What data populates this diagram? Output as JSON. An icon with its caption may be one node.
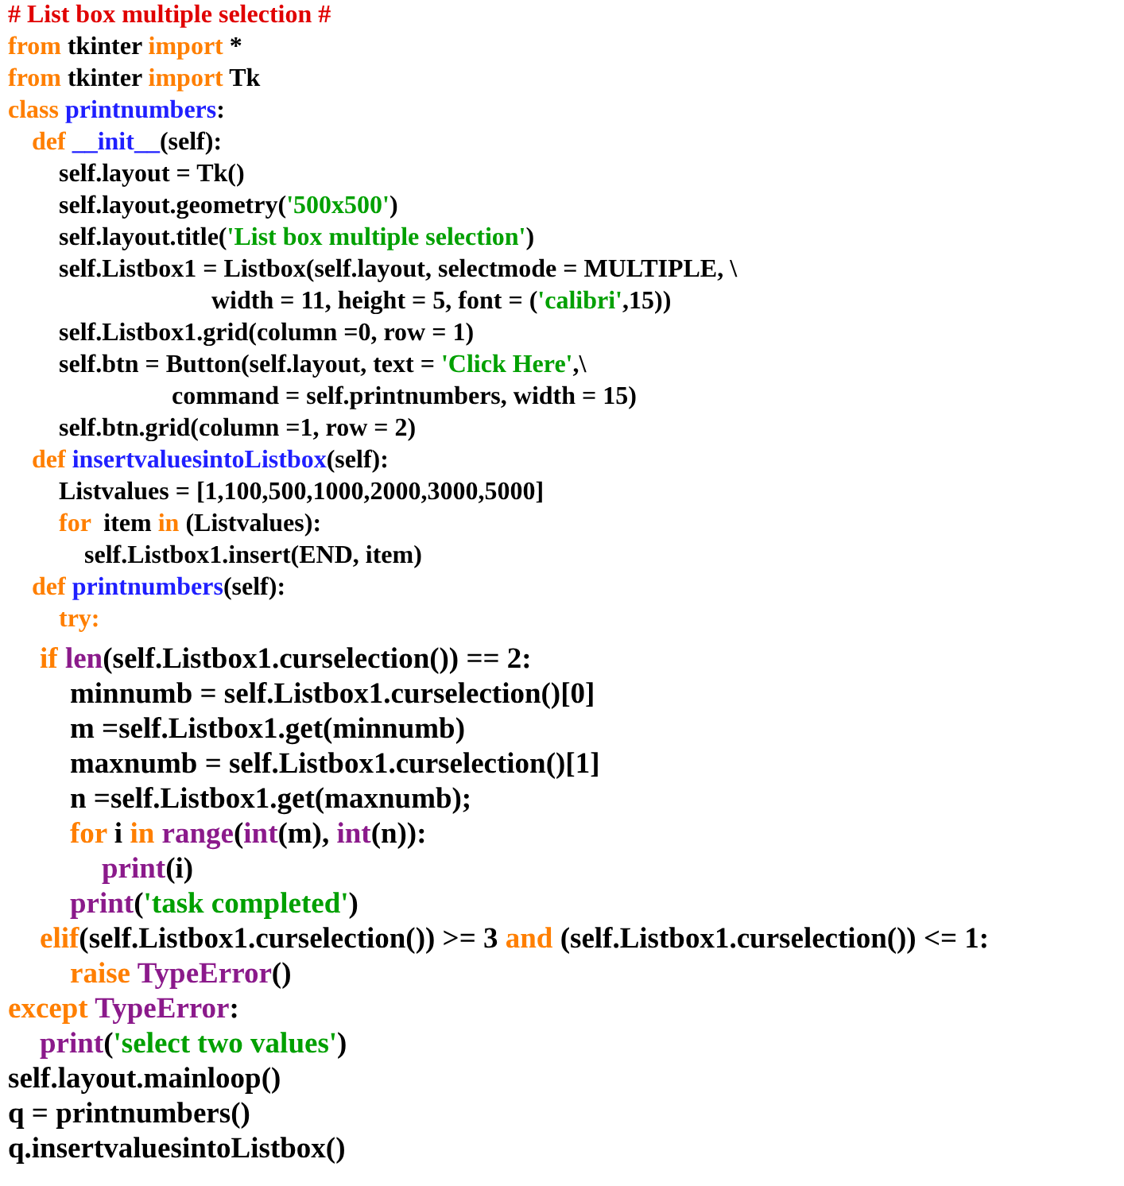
{
  "diagram": {
    "labels": [
      "# List box multiple selection #",
      "from tkinter import *",
      "from tkinter import Tk",
      "class printnumbers:",
      "def __init__(self):",
      "self.layout = Tk()",
      "self.layout.geometry('500x500')",
      "self.layout.title('List box multiple selection')",
      "self.Listbox1 = Listbox(self.layout, selectmode = MULTIPLE, \\",
      "width = 11, height = 5, font = ('calibri',15))",
      "self.Listbox1.grid(column =0, row = 1)",
      "self.btn = Button(self.layout, text = 'Click Here',\\",
      "command = self.printnumbers, width = 15)",
      "self.btn.grid(column =1, row = 2)",
      "def insertvaluesintoListbox(self):",
      "Listvalues = [1,100,500,1000,2000,3000,5000]",
      "for  item in (Listvalues):",
      "self.Listbox1.insert(END, item)",
      "def printnumbers(self):",
      "try:",
      "if len(self.Listbox1.curselection()) == 2:",
      "minnumb = self.Listbox1.curselection()[0]",
      "m =self.Listbox1.get(minnumb)",
      "maxnumb = self.Listbox1.curselection()[1]",
      "n =self.Listbox1.get(maxnumb);",
      "for i in range(int(m), int(n)):",
      "print(i)",
      "print('task completed')",
      "elif(self.Listbox1.curselection()) >= 3 and (self.Listbox1.curselection()) <= 1:",
      "raise TypeError()",
      "except TypeError:",
      "print('select two values')",
      "self.layout.mainloop()",
      "q = printnumbers()",
      "q.insertvaluesintoListbox()"
    ]
  }
}
